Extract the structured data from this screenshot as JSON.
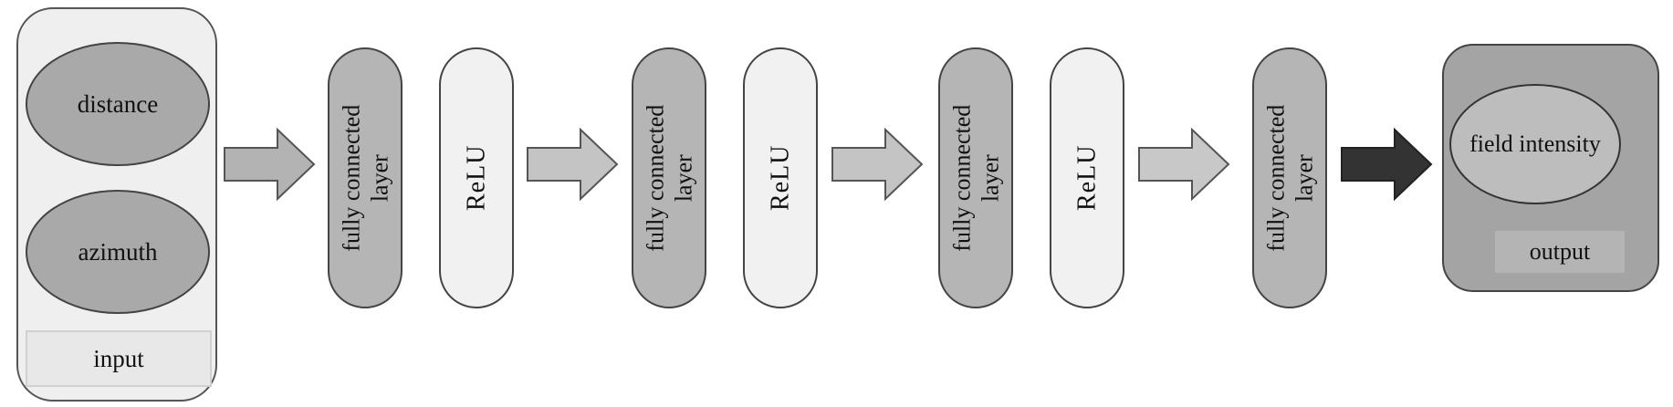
{
  "input": {
    "items": [
      "distance",
      "azimuth"
    ],
    "label": "input"
  },
  "layers": [
    {
      "kind": "fc",
      "lines": [
        "fully connected",
        "layer"
      ]
    },
    {
      "kind": "relu",
      "text": "ReLU"
    },
    {
      "kind": "fc",
      "lines": [
        "fully connected",
        "layer"
      ]
    },
    {
      "kind": "relu",
      "text": "ReLU"
    },
    {
      "kind": "fc",
      "lines": [
        "fully connected",
        "layer"
      ]
    },
    {
      "kind": "relu",
      "text": "ReLU"
    },
    {
      "kind": "fc",
      "lines": [
        "fully connected",
        "layer"
      ]
    }
  ],
  "output": {
    "item": "field intensity",
    "label": "output"
  },
  "colors": {
    "arrow_fill": "#b3b3b3",
    "arrow_stroke": "#555555",
    "final_arrow_fill": "#333333"
  }
}
